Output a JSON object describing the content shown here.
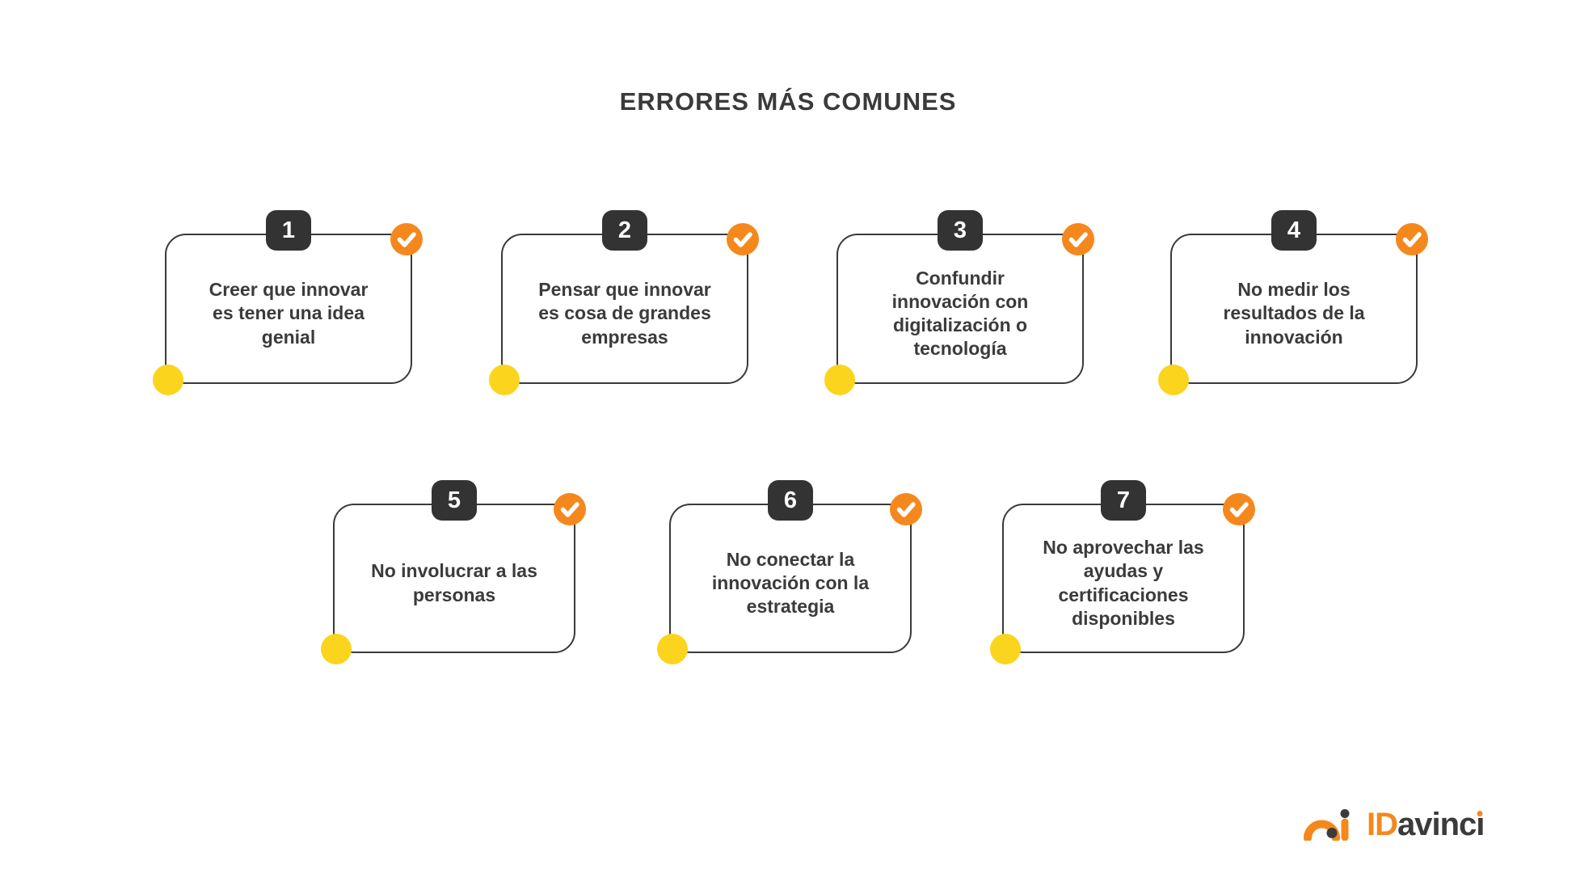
{
  "title": "ERRORES MÁS COMUNES",
  "cards": [
    {
      "number": "1",
      "text": "Creer que innovar\nes tener una idea\ngenial"
    },
    {
      "number": "2",
      "text": "Pensar que innovar\nes cosa de grandes\nempresas"
    },
    {
      "number": "3",
      "text": "Confundir\ninnovación con\ndigitalización o\ntecnología"
    },
    {
      "number": "4",
      "text": "No medir los\nresultados de la\ninnovación"
    },
    {
      "number": "5",
      "text": "No involucrar a las\npersonas"
    },
    {
      "number": "6",
      "text": "No conectar la\ninnovación con la\nestrategia"
    },
    {
      "number": "7",
      "text": "No aprovechar las\nayudas y\ncertificaciones\ndisponibles"
    }
  ],
  "logo": {
    "prefix": "ID",
    "middle": "avinc",
    "last_letter": "ı"
  },
  "colors": {
    "orange": "#F5881D",
    "yellow": "#FBD41E",
    "badge_dark": "#333333",
    "text_dark": "#3b3b3b",
    "line": "#3a3a3a",
    "background": "#ffffff"
  }
}
